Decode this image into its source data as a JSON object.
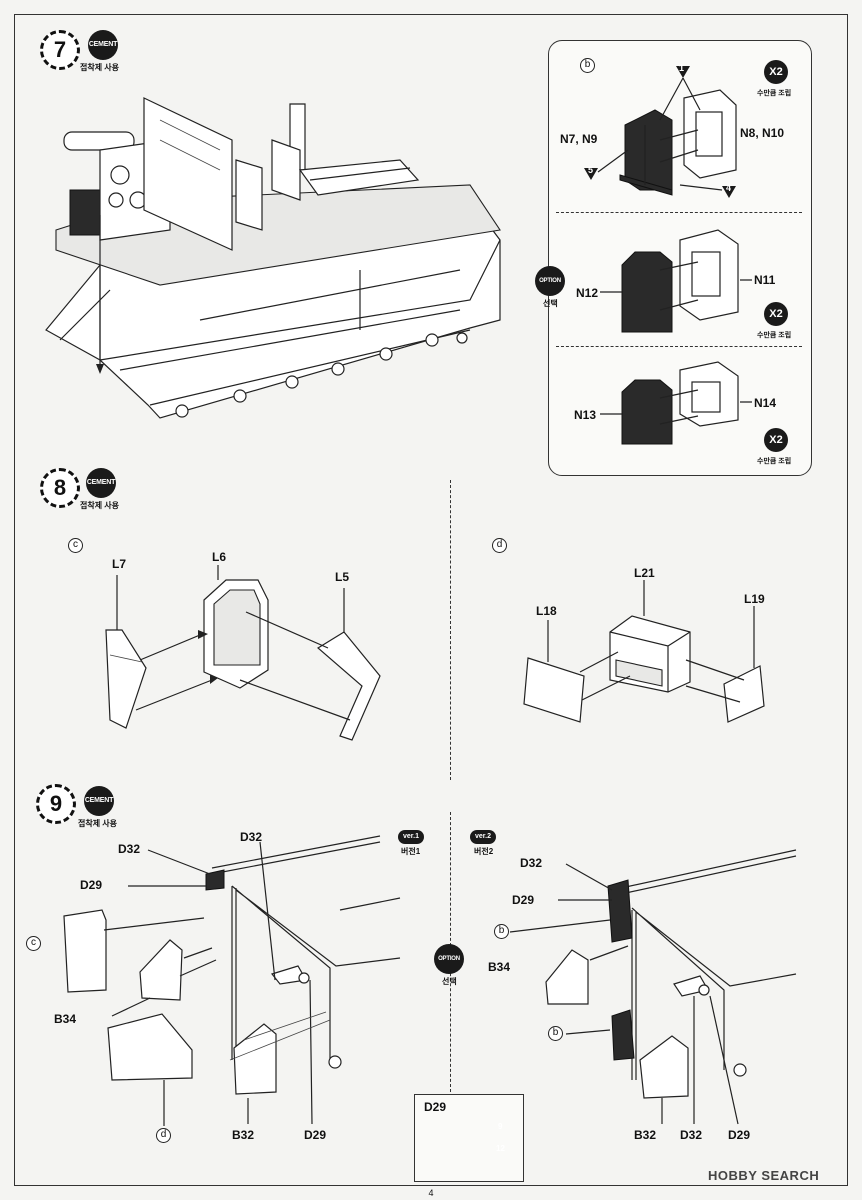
{
  "steps": {
    "s7": {
      "num": "7",
      "badge": "CEMENT",
      "caption": "접착제 사용"
    },
    "s8": {
      "num": "8",
      "badge": "CEMENT",
      "caption": "접착제 사용"
    },
    "s9": {
      "num": "9",
      "badge": "CEMENT",
      "caption": "접착제 사용"
    }
  },
  "detail_b": {
    "marker": "b",
    "top": {
      "left_parts": "N7, N9",
      "right_parts": "N8, N10",
      "x2": "X2",
      "x2_caption": "수만큼 조립",
      "arrows": [
        "1",
        "5",
        "4"
      ]
    },
    "option": {
      "badge": "OPTION",
      "caption": "선택"
    },
    "middle": {
      "left_parts": "N12",
      "right_parts": "N11",
      "x2": "X2",
      "x2_caption": "수만큼 조립"
    },
    "bottom": {
      "left_parts": "N13",
      "right_parts": "N14",
      "x2": "X2",
      "x2_caption": "수만큼 조립"
    }
  },
  "step8": {
    "c": {
      "marker": "c",
      "labels": [
        "L7",
        "L6",
        "L5"
      ]
    },
    "d": {
      "marker": "d",
      "labels": [
        "L18",
        "L21",
        "L19"
      ]
    }
  },
  "step9": {
    "ver1": {
      "badge": "ver.1",
      "caption": "버전1",
      "labels": {
        "d32_top": "D32",
        "d32_left": "D32",
        "d29": "D29",
        "c": "c",
        "b34": "B34",
        "d": "d",
        "b32": "B32",
        "d29_bottom": "D29"
      }
    },
    "option": {
      "badge": "OPTION",
      "caption": "선택"
    },
    "ver2": {
      "badge": "ver.2",
      "caption": "버전2",
      "labels": {
        "d32": "D32",
        "d29": "D29",
        "b_top": "b",
        "b34": "B34",
        "b_bottom": "b",
        "b32": "B32",
        "d32_bottom": "D32",
        "d29_bottom": "D29"
      }
    },
    "inset": {
      "title": "D29",
      "arrows": [
        "9",
        "12"
      ]
    }
  },
  "footer": {
    "page": "4",
    "watermark": "HOBBY SEARCH"
  }
}
